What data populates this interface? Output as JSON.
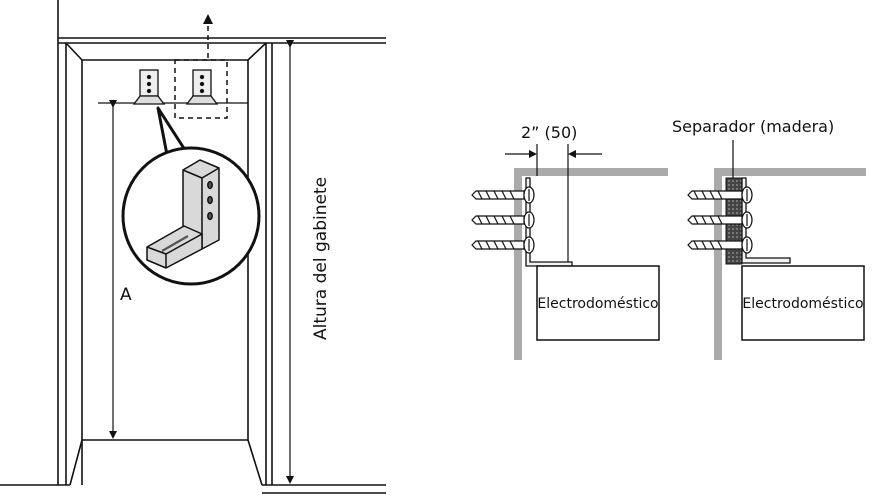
{
  "labels": {
    "dimension_a": "A",
    "cabinet_height": "Altura del gabinete",
    "gap_dimension": "2” (50)",
    "spacer": "Separador (madera)",
    "appliance_left": "Electrodoméstico",
    "appliance_right": "Electrodoméstico"
  },
  "colors": {
    "line": "#111111",
    "wall": "#aaaaaa",
    "spacer": "#555555",
    "bracket": "#d9d9d9"
  },
  "icons": {
    "bracket": "l-bracket-icon",
    "screw": "screw-icon",
    "arrow": "arrow-up-icon"
  }
}
